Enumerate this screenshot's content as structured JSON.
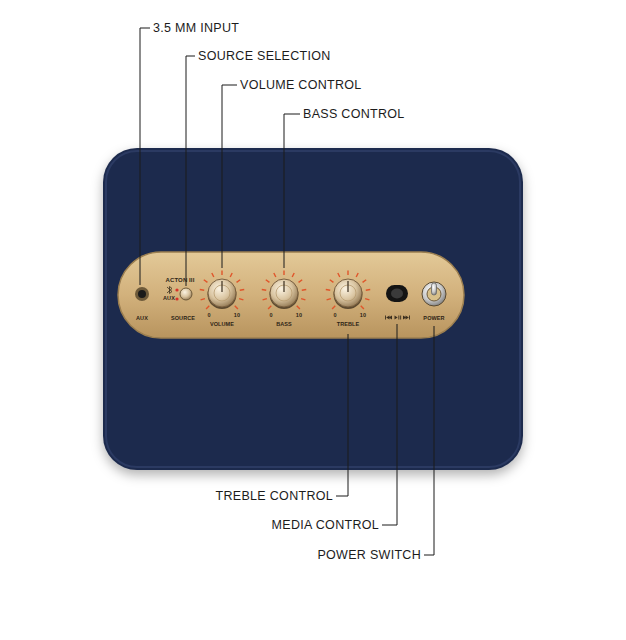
{
  "diagram": {
    "labels": [
      "3.5 MM INPUT",
      "SOURCE SELECTION",
      "VOLUME CONTROL",
      "BASS CONTROL",
      "ACTON III",
      "AUX",
      "AUX",
      "SOURCE",
      "0",
      "10",
      "VOLUME",
      "0",
      "10",
      "BASS",
      "0",
      "10",
      "TREBLE",
      "POWER",
      "TREBLE CONTROL",
      "MEDIA CONTROL",
      "POWER SWITCH"
    ]
  }
}
